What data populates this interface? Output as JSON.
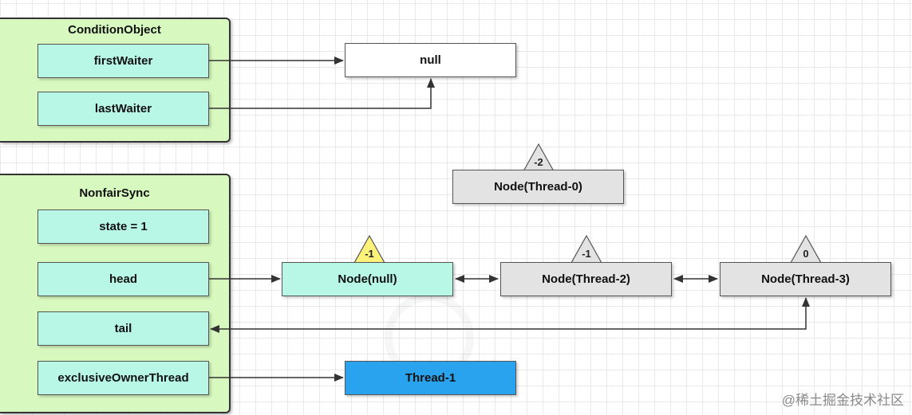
{
  "condition_object": {
    "title": "ConditionObject",
    "first_waiter": "firstWaiter",
    "last_waiter": "lastWaiter"
  },
  "nonfair_sync": {
    "title": "NonfairSync",
    "state": "state = 1",
    "head": "head",
    "tail": "tail",
    "exclusive_owner_thread": "exclusiveOwnerThread"
  },
  "null_box": "null",
  "nodes": {
    "thread0": {
      "label": "Node(Thread-0)",
      "wait_status": "-2"
    },
    "null_node": {
      "label": "Node(null)",
      "wait_status": "-1"
    },
    "thread2": {
      "label": "Node(Thread-2)",
      "wait_status": "-1"
    },
    "thread3": {
      "label": "Node(Thread-3)",
      "wait_status": "0"
    }
  },
  "owner_thread": "Thread-1",
  "watermark": "@稀土掘金技术社区",
  "colors": {
    "group_fill": "#d7f9bf",
    "field_fill": "#b8f7e6",
    "node_grey": "#e3e3e3",
    "thread_blue": "#2aa3ee",
    "status_yellow": "#fff27a"
  }
}
